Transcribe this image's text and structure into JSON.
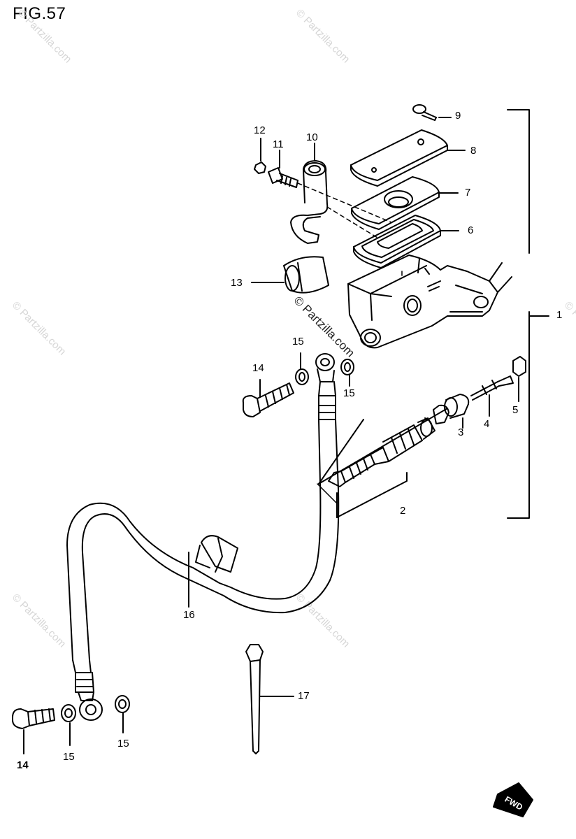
{
  "figure": {
    "title": "FIG.57"
  },
  "watermark": {
    "text": "© Partzilla.com"
  },
  "callouts": [
    {
      "id": "c1",
      "label": "1"
    },
    {
      "id": "c2",
      "label": "2"
    },
    {
      "id": "c3",
      "label": "3"
    },
    {
      "id": "c4",
      "label": "4"
    },
    {
      "id": "c5",
      "label": "5"
    },
    {
      "id": "c6",
      "label": "6"
    },
    {
      "id": "c7",
      "label": "7"
    },
    {
      "id": "c8",
      "label": "8"
    },
    {
      "id": "c9",
      "label": "9"
    },
    {
      "id": "c10",
      "label": "10"
    },
    {
      "id": "c11",
      "label": "11"
    },
    {
      "id": "c12",
      "label": "12"
    },
    {
      "id": "c13",
      "label": "13"
    },
    {
      "id": "c14a",
      "label": "14"
    },
    {
      "id": "c15a",
      "label": "15"
    },
    {
      "id": "c15b",
      "label": "15"
    },
    {
      "id": "c16",
      "label": "16"
    },
    {
      "id": "c17",
      "label": "17"
    },
    {
      "id": "c14b",
      "label": "14"
    },
    {
      "id": "c15c",
      "label": "15"
    },
    {
      "id": "c15d",
      "label": "15"
    }
  ],
  "direction_badge": {
    "label": "FWD"
  }
}
